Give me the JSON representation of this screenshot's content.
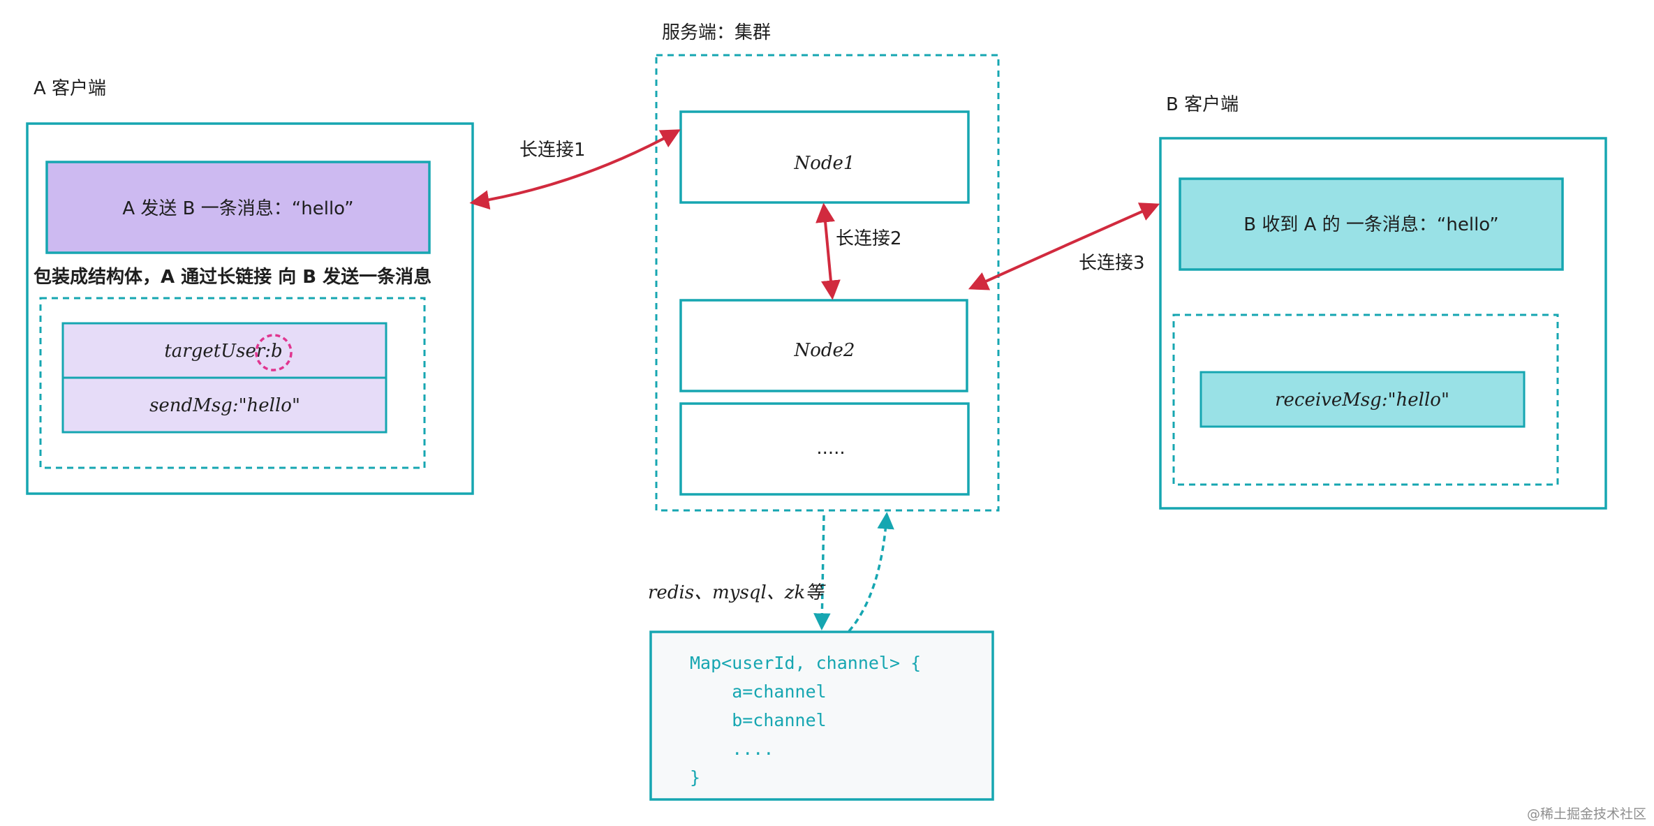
{
  "client_a": {
    "title": "A 客户端",
    "message": "A 发送 B 一条消息：“hello”",
    "wrap_caption": "包装成结构体，A 通过长链接 向 B 发送一条消息",
    "struct_field_1": "targetUser:b",
    "struct_field_2": "sendMsg:\"hello\""
  },
  "server": {
    "title": "服务端：集群",
    "node1": "Node1",
    "node2": "Node2",
    "more": "....."
  },
  "client_b": {
    "title": "B 客户端",
    "message": "B 收到 A 的 一条消息：“hello”",
    "receive_field": "receiveMsg:\"hello\""
  },
  "connections": {
    "long_conn_1": "长连接1",
    "long_conn_2": "长连接2",
    "long_conn_3": "长连接3"
  },
  "storage": {
    "label": "redis、mysql、zk等",
    "code_lines": [
      "Map<userId, channel> {",
      "    a=channel",
      "    b=channel",
      "    ....",
      "}"
    ]
  },
  "watermark": "@稀土掘金技术社区",
  "colors": {
    "teal": "#16a6b1",
    "purple_fill": "#cdbaf1",
    "lavender_fill": "#e6dcf8",
    "cyan_fill": "#99e1e6",
    "red": "#d12a3e",
    "pink": "#e0358f",
    "code_bg": "#f7f9fa"
  }
}
